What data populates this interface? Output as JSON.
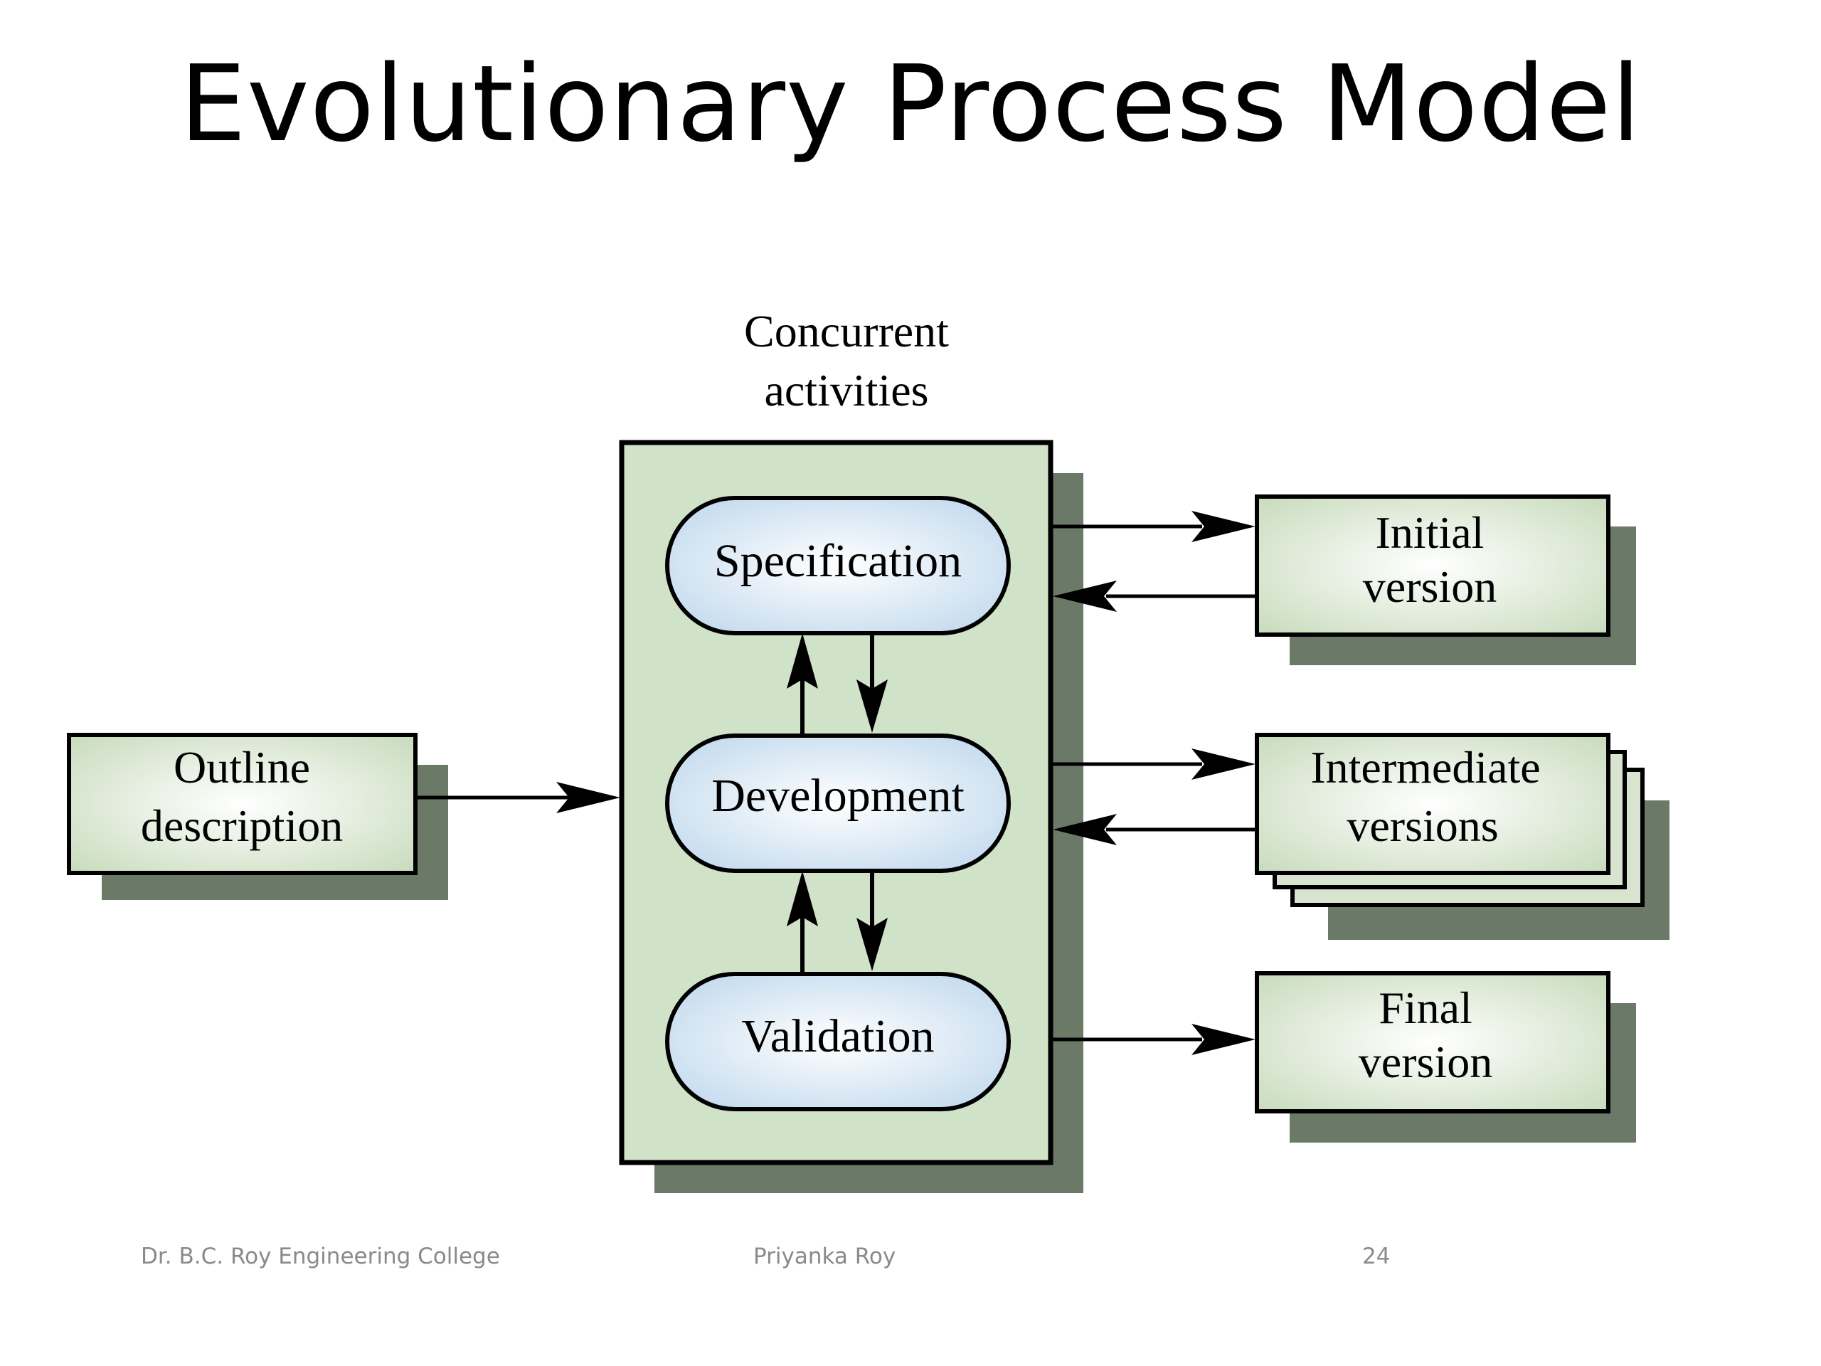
{
  "slide": {
    "title": "Evolutionary Process Model"
  },
  "diagram": {
    "concurrent_label": [
      "Concurrent",
      "activities"
    ],
    "activities": [
      {
        "label": "Specification"
      },
      {
        "label": "Development"
      },
      {
        "label": "Validation"
      }
    ],
    "input": {
      "lines": [
        "Outline",
        "description"
      ]
    },
    "outputs": [
      {
        "lines": [
          "Initial",
          "version"
        ]
      },
      {
        "lines": [
          "Intermediate",
          "versions"
        ]
      },
      {
        "lines": [
          "Final",
          "version"
        ]
      }
    ],
    "colors": {
      "box_fill": "#d8e4cf",
      "shadow": "#6b7a67",
      "container_fill": "#d0e2c8",
      "pill_fill": "#dbe9f5",
      "stroke": "#000000"
    }
  },
  "footer": {
    "left": "Dr. B.C. Roy Engineering College",
    "center": "Priyanka Roy",
    "page_number": "24"
  }
}
